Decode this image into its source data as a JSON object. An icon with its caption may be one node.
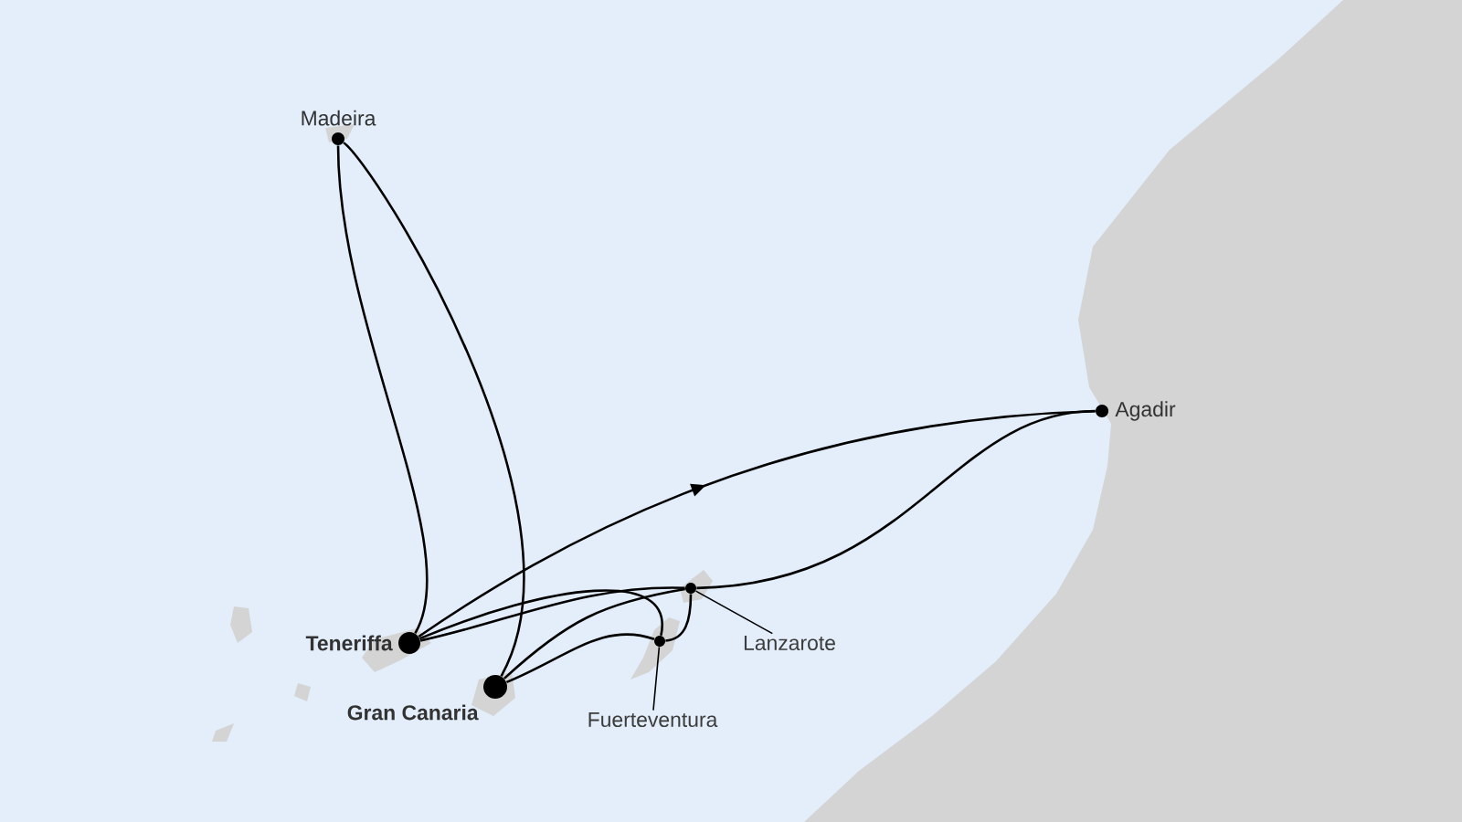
{
  "diagram": {
    "nodes": [
      {
        "text": [],
        "shape": "circle",
        "beside": [
          "Madeira"
        ]
      },
      {
        "text": [],
        "shape": "circle",
        "beside": [
          "Teneriffa"
        ]
      },
      {
        "text": [],
        "shape": "circle",
        "beside": [
          "Gran Canaria"
        ]
      },
      {
        "text": [],
        "shape": "circle"
      },
      {
        "text": [],
        "shape": "circle"
      },
      {
        "text": [],
        "shape": "circle",
        "beside": [
          "Agadir"
        ]
      },
      {
        "text": [
          "Lanzarote"
        ]
      },
      {
        "text": [
          "Fuerteventura"
        ]
      }
    ],
    "edges": [
      {
        "from": 0,
        "to": 1,
        "arrow": "none"
      },
      {
        "from": 0,
        "to": 2,
        "arrow": "none"
      },
      {
        "from": 1,
        "to": 5,
        "arrow": "to"
      },
      {
        "from": 1,
        "to": 4,
        "arrow": "none"
      },
      {
        "from": 1,
        "to": 3,
        "arrow": "none"
      },
      {
        "from": 2,
        "to": 3,
        "arrow": "none"
      },
      {
        "from": 2,
        "to": 4,
        "arrow": "none"
      },
      {
        "from": 3,
        "to": 4,
        "arrow": "none"
      },
      {
        "from": 4,
        "to": 5,
        "arrow": "none"
      },
      {
        "from": 6,
        "to": 4,
        "arrow": "none"
      },
      {
        "from": 7,
        "to": 3,
        "arrow": "none"
      }
    ]
  }
}
